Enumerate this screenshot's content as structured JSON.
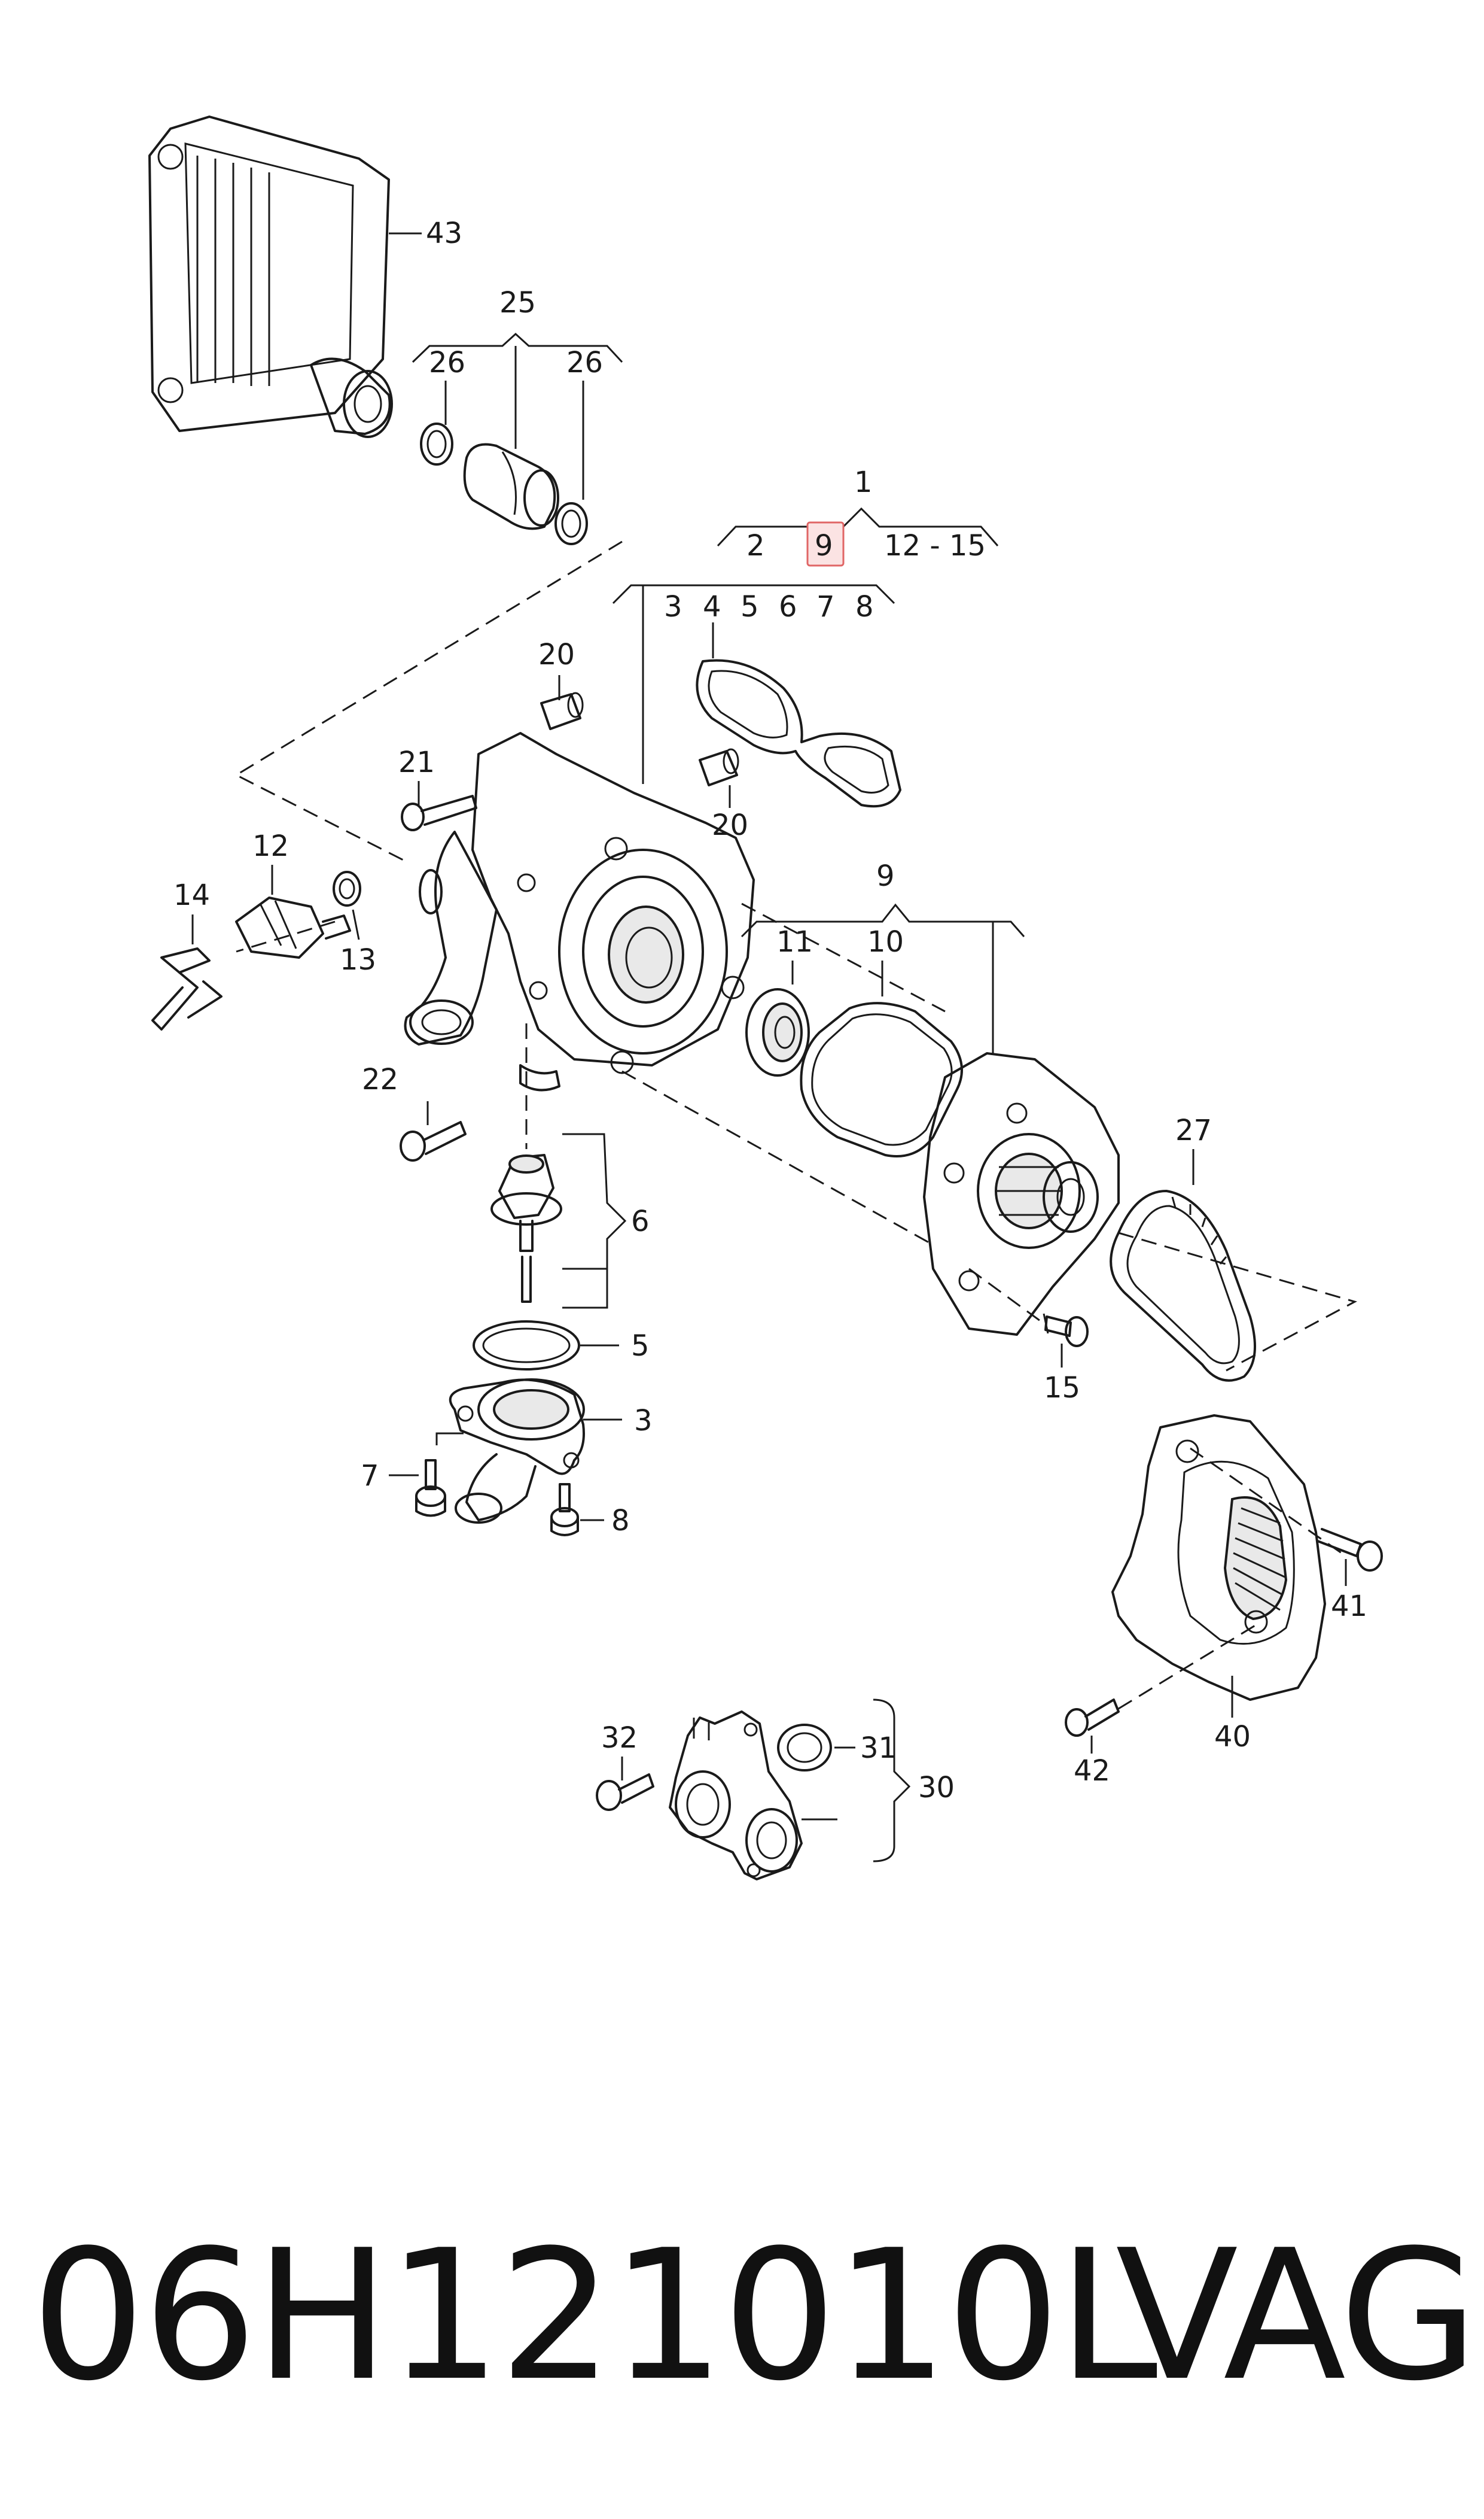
{
  "diagram": {
    "callouts": {
      "c43": "43",
      "c25": "25",
      "c26a": "26",
      "c26b": "26",
      "c1": "1",
      "c2": "2",
      "c9_selected": "9",
      "c12_15": "12 - 15",
      "c3_top": "3",
      "c4_top": "4",
      "c5_top": "5",
      "c6_top": "6",
      "c7_top": "7",
      "c8_top": "8",
      "c20a": "20",
      "c20b": "20",
      "c21": "21",
      "c12": "12",
      "c14": "14",
      "c13": "13",
      "c9": "9",
      "c11": "11",
      "c10": "10",
      "c22": "22",
      "c27": "27",
      "c6": "6",
      "c5": "5",
      "c3": "3",
      "c15": "15",
      "c7": "7",
      "c8": "8",
      "c41": "41",
      "c40": "40",
      "c42": "42",
      "c32": "32",
      "c31": "31",
      "c30": "30"
    },
    "highlight_color": "#e06666"
  },
  "footer": {
    "part_number": "06H121010L",
    "brand": "VAG"
  }
}
